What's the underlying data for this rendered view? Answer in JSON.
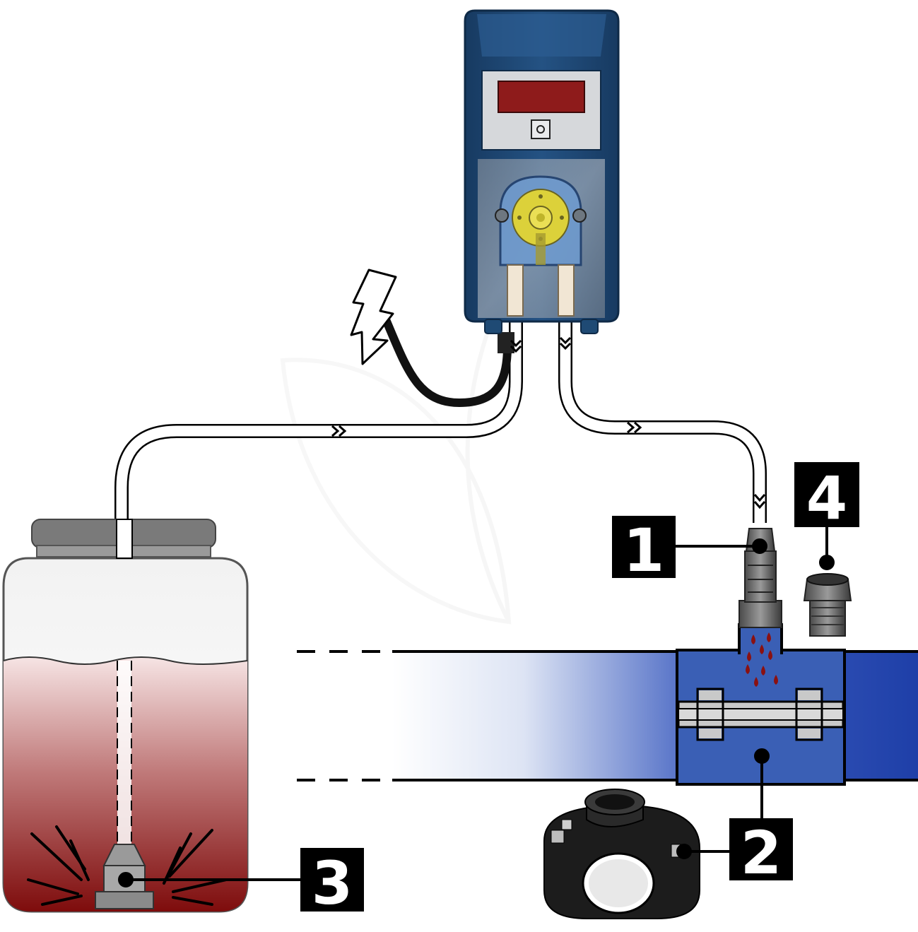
{
  "callouts": [
    {
      "id": "1",
      "label": "1",
      "component": "injection-valve"
    },
    {
      "id": "2",
      "label": "2",
      "component": "saddle-clamp"
    },
    {
      "id": "3",
      "label": "3",
      "component": "foot-valve"
    },
    {
      "id": "4",
      "label": "4",
      "component": "reducer-fitting"
    }
  ],
  "colors": {
    "pump_body": "#1f4a74",
    "pump_dark": "#15365a",
    "display_red": "#8e1b1b",
    "rotor_yellow": "#e6dc3a",
    "pipe_blue": "#1e3fa8",
    "tee_blue": "#3a5fb5",
    "liquid_red": "#8a1111",
    "label_bg": "#000000",
    "label_text": "#ffffff"
  },
  "icons": [
    "lightning-icon",
    "flow-chevron-icon",
    "droplet-icon"
  ]
}
